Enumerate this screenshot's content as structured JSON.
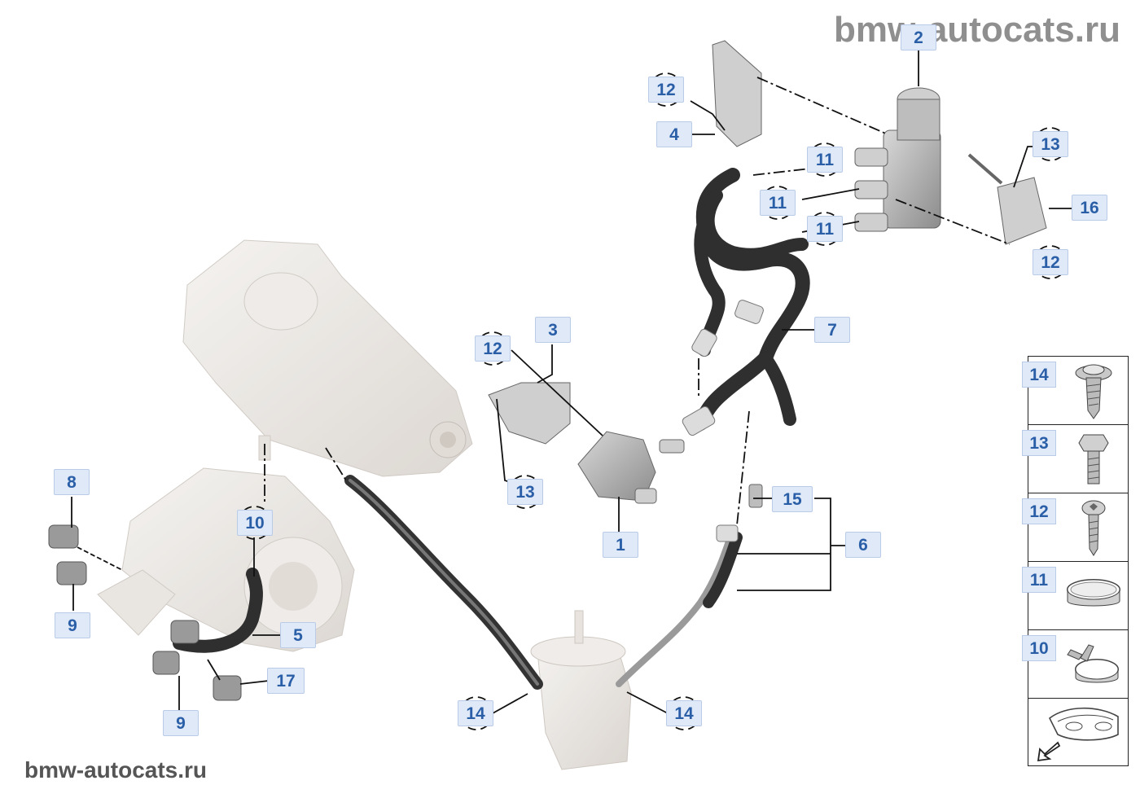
{
  "watermark": {
    "top": "bmw-autocats.ru",
    "bottom": "bmw-autocats.ru"
  },
  "callouts": [
    {
      "id": "c2",
      "label": "2"
    },
    {
      "id": "c12a",
      "label": "12"
    },
    {
      "id": "c4",
      "label": "4"
    },
    {
      "id": "c11a",
      "label": "11"
    },
    {
      "id": "c13a",
      "label": "13"
    },
    {
      "id": "c11b",
      "label": "11"
    },
    {
      "id": "c16",
      "label": "16"
    },
    {
      "id": "c11c",
      "label": "11"
    },
    {
      "id": "c12b",
      "label": "12"
    },
    {
      "id": "c3",
      "label": "3"
    },
    {
      "id": "c7",
      "label": "7"
    },
    {
      "id": "c12c",
      "label": "12"
    },
    {
      "id": "c13b",
      "label": "13"
    },
    {
      "id": "c15",
      "label": "15"
    },
    {
      "id": "c8",
      "label": "8"
    },
    {
      "id": "c10",
      "label": "10"
    },
    {
      "id": "c1",
      "label": "1"
    },
    {
      "id": "c6",
      "label": "6"
    },
    {
      "id": "c9a",
      "label": "9"
    },
    {
      "id": "c5",
      "label": "5"
    },
    {
      "id": "c17",
      "label": "17"
    },
    {
      "id": "c14a",
      "label": "14"
    },
    {
      "id": "c14b",
      "label": "14"
    },
    {
      "id": "c9b",
      "label": "9"
    }
  ],
  "legend": [
    {
      "label": "14",
      "icon": "flange-bolt-icon"
    },
    {
      "label": "13",
      "icon": "hex-bolt-icon"
    },
    {
      "label": "12",
      "icon": "torx-screw-icon"
    },
    {
      "label": "11",
      "icon": "hose-clamp-icon"
    },
    {
      "label": "10",
      "icon": "spring-clamp-icon"
    },
    {
      "label": "",
      "icon": "vehicle-front-arrow-icon"
    }
  ],
  "colors": {
    "callout_bg": "#dfe9f7",
    "callout_text": "#2a5fa8",
    "part_fill": "#e9e5e1",
    "hose": "#3a3a3a"
  }
}
